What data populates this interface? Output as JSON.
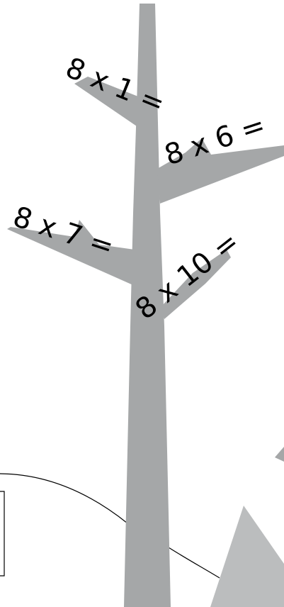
{
  "colors": {
    "background": "#ffffff",
    "tree": "#a5a7a8",
    "triangle": "#bbbdbe",
    "hill_line": "#000000",
    "text": "#000000"
  },
  "branches": {
    "upper_left": {
      "label": "8 x 1 ="
    },
    "upper_right": {
      "label": "8 x 6 ="
    },
    "middle_left": {
      "label": "8 x 7 ="
    },
    "middle_right": {
      "label": "8 x 10 ="
    }
  }
}
